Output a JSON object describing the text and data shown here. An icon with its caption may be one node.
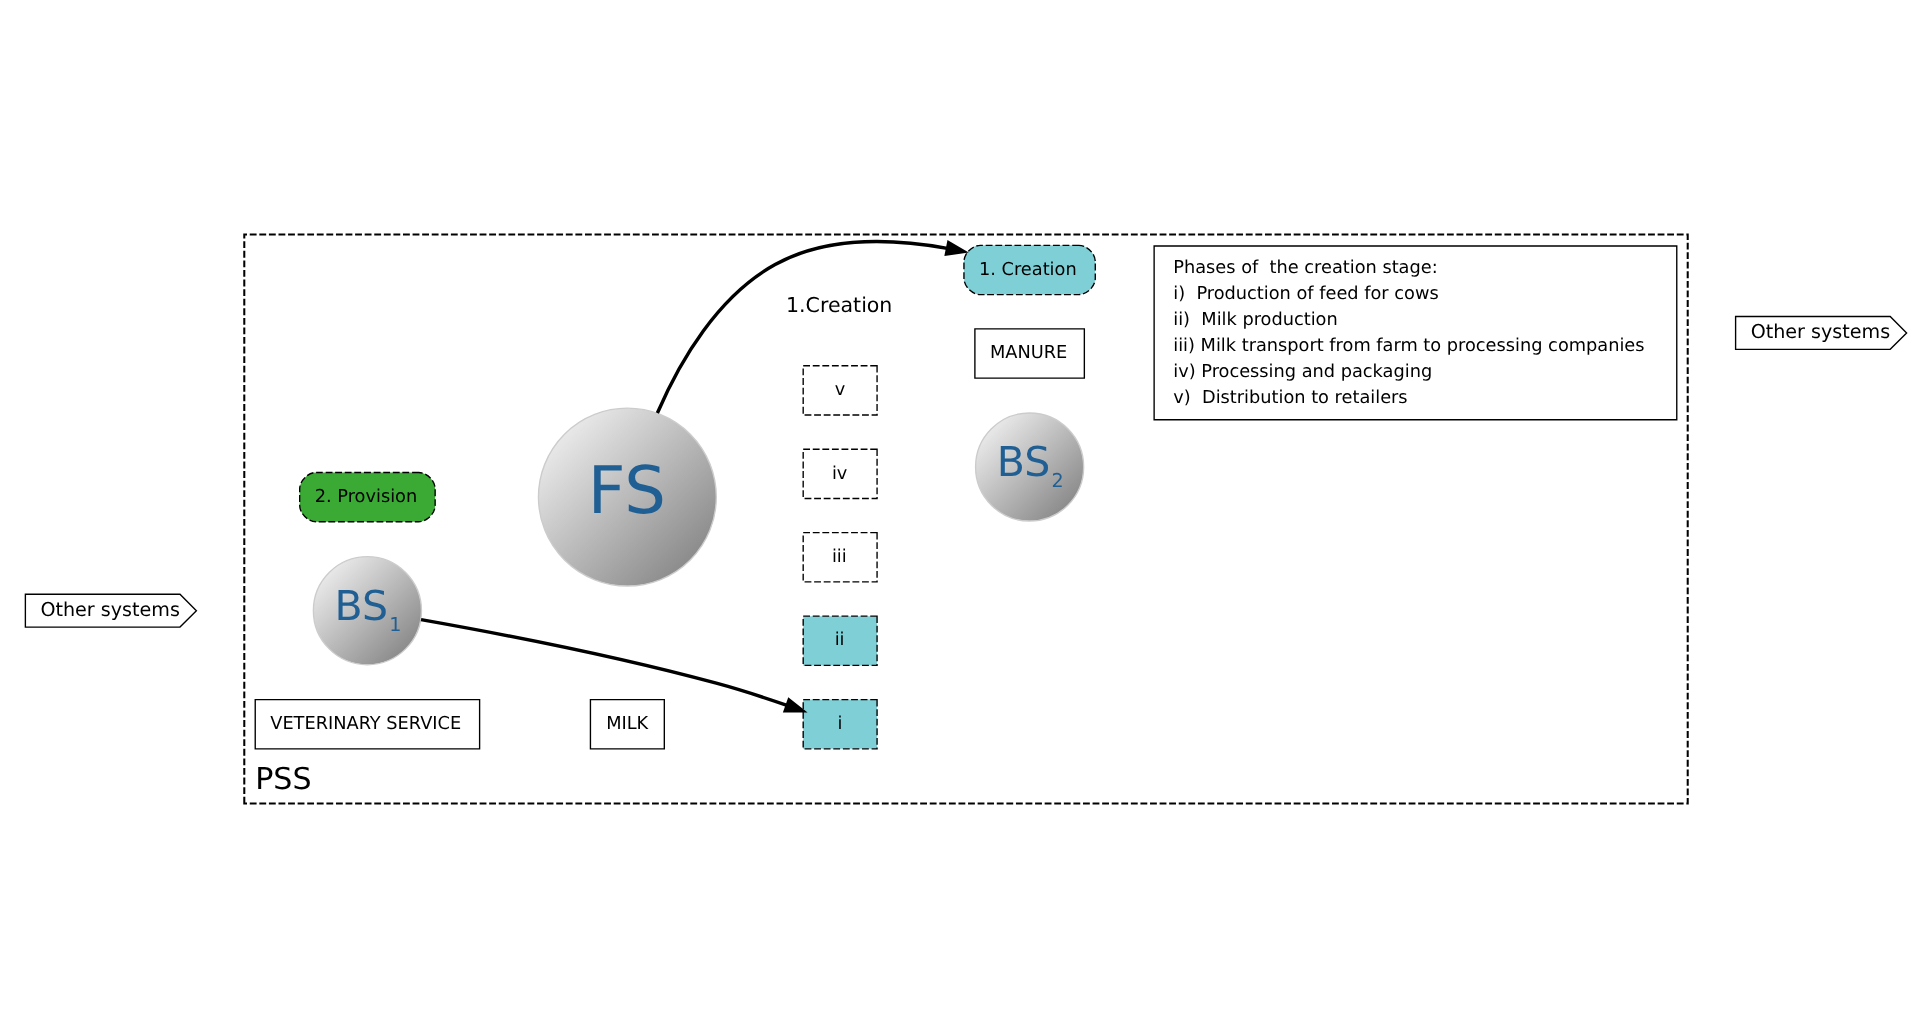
{
  "diagram": {
    "nodes": [
      {
        "text": [
          "PSS"
        ]
      },
      {
        "text": [
          "Other systems"
        ]
      },
      {
        "text": [
          "Other systems"
        ]
      },
      {
        "text": [
          "BS$_{1}$"
        ],
        "in": 0
      },
      {
        "text": [
          "2. Provision"
        ],
        "in": 0
      },
      {
        "text": [
          "VETERINARY SERVICE"
        ],
        "in": 0
      },
      {
        "text": [
          "FS"
        ],
        "in": 0
      },
      {
        "text": [
          "i"
        ],
        "in": 0
      },
      {
        "text": [
          "ii"
        ],
        "in": 0
      },
      {
        "text": [
          "iii"
        ],
        "in": 0
      },
      {
        "text": [
          "iv"
        ],
        "in": 0
      },
      {
        "text": [
          "v"
        ],
        "in": 0
      },
      {
        "text": [
          "MILK"
        ],
        "in": 0
      },
      {
        "text": [
          "BS$_{2}$"
        ],
        "in": 0
      },
      {
        "text": [
          "1. Creation"
        ],
        "in": 0
      },
      {
        "text": [
          "MANURE"
        ],
        "in": 0
      },
      {
        "text": [
          "Phases of  the creation stage:",
          "i)  Production of feed for cows",
          "ii)  Milk production",
          "iii) Milk transport from farm to processing companies",
          "iv) Processing and packaging",
          "v)  Distribution to retailers"
        ],
        "in": 0
      }
    ],
    "edges": [
      {
        "from": 3,
        "to": 7,
        "arrow": "to"
      },
      {
        "from": 6,
        "to": 14,
        "arrow": "to"
      }
    ],
    "labels": [
      "1.Creation"
    ]
  }
}
